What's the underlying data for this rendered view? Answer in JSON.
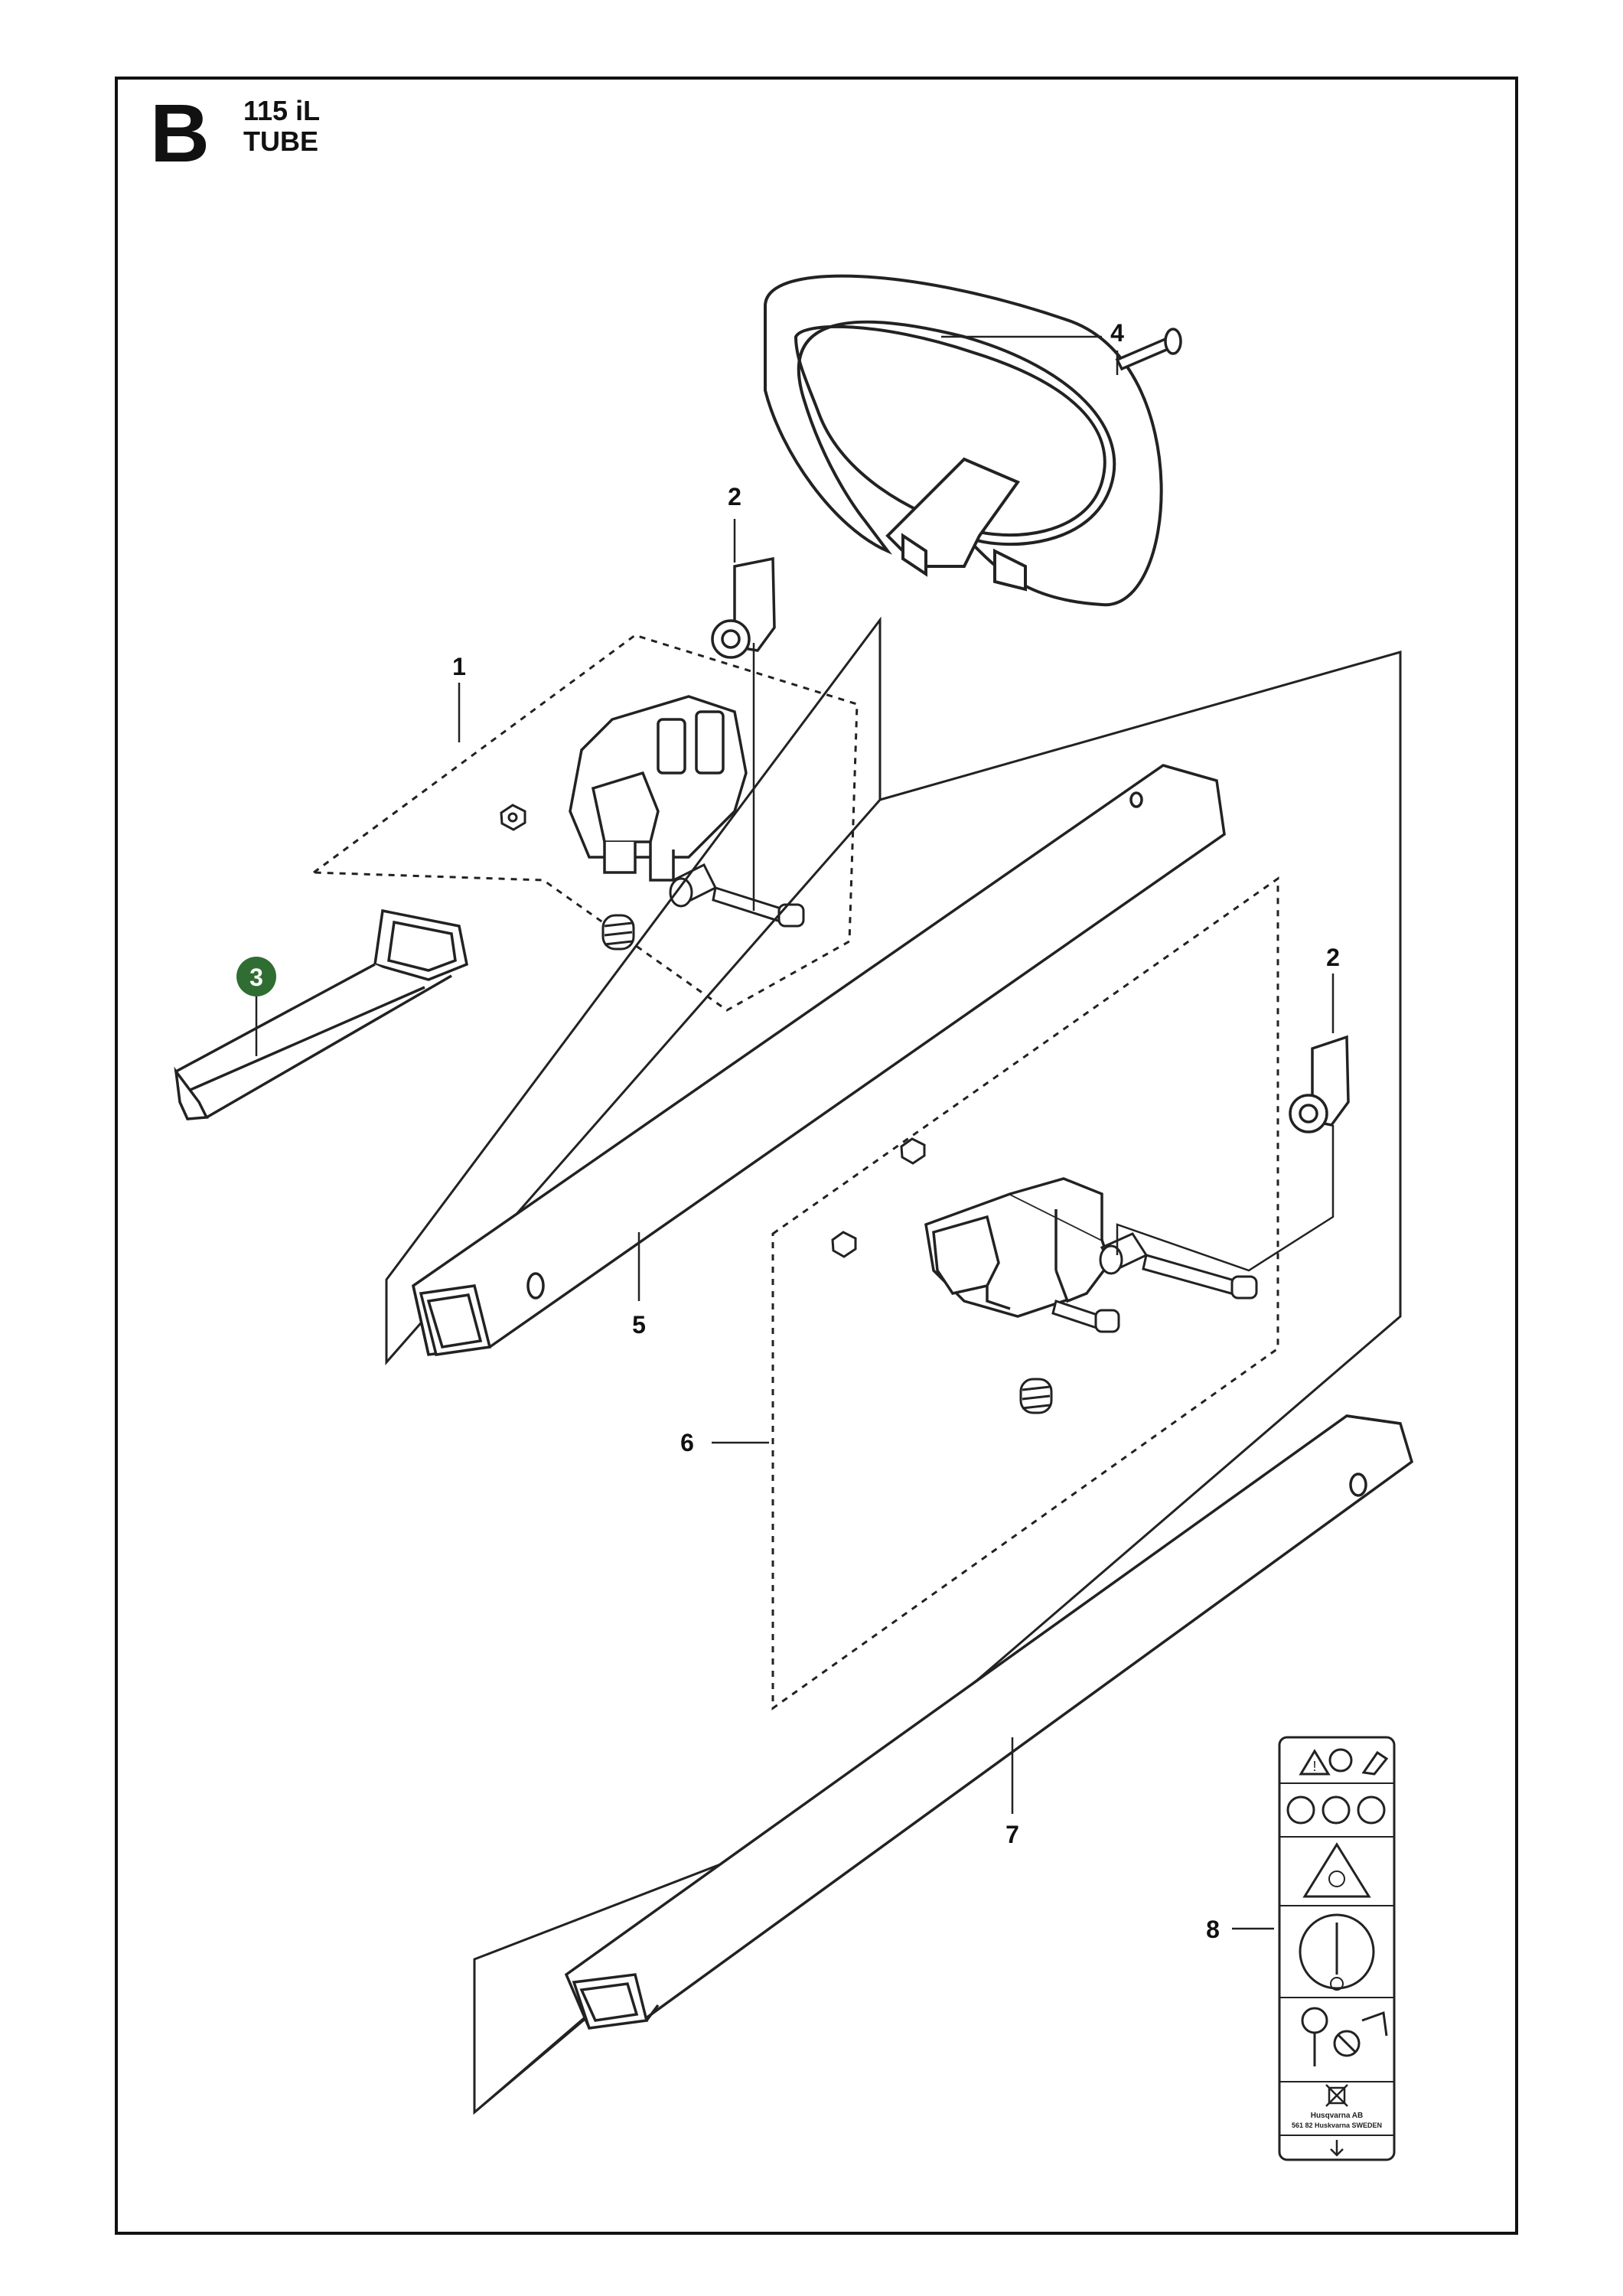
{
  "header": {
    "section_letter": "B",
    "model": "115 iL",
    "title": "TUBE"
  },
  "highlight_color": "#2f6d32",
  "callouts": [
    {
      "id": "callout-1",
      "label": "1"
    },
    {
      "id": "callout-2a",
      "label": "2"
    },
    {
      "id": "callout-2b",
      "label": "2"
    },
    {
      "id": "callout-3",
      "label": "3",
      "highlighted": true
    },
    {
      "id": "callout-4",
      "label": "4"
    },
    {
      "id": "callout-5",
      "label": "5"
    },
    {
      "id": "callout-6",
      "label": "6"
    },
    {
      "id": "callout-7",
      "label": "7"
    },
    {
      "id": "callout-8",
      "label": "8"
    }
  ],
  "decal": {
    "company": "Husqvarna AB",
    "address": "561 82 Huskvarna SWEDEN",
    "icons": [
      "warning-triangle-icon",
      "read-manual-icon",
      "hand-glove-icon",
      "eye-protection-icon",
      "ear-protection-icon",
      "boot-icon",
      "thrown-objects-warning-icon",
      "safety-distance-icon",
      "no-blade-icon",
      "no-trash-icon",
      "arrow-down-icon"
    ]
  }
}
